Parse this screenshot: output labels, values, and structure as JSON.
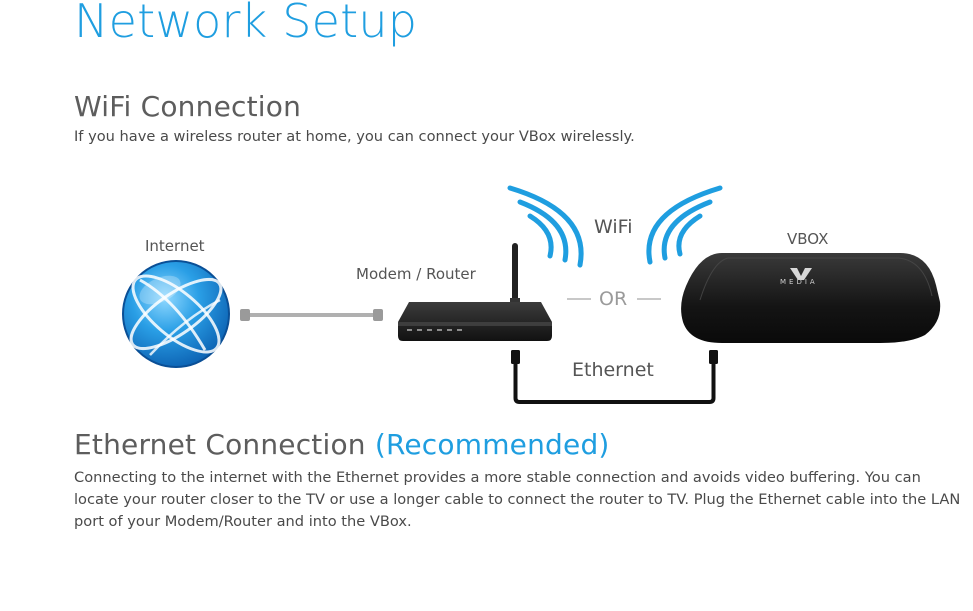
{
  "page": {
    "title": "Network Setup"
  },
  "wifi_section": {
    "heading": "WiFi Connection",
    "description": "If you have a wireless router at home, you can connect your VBox wirelessly."
  },
  "diagram": {
    "internet_label": "Internet",
    "router_label": "Modem / Router",
    "wifi_label": "WiFi",
    "or_label": "OR",
    "ethernet_label": "Ethernet",
    "vbox_label": "VBOX",
    "vbox_logo_text": "MEDIA",
    "icons": [
      "globe-icon",
      "router-icon",
      "wifi-waves-icon",
      "vbox-device-icon",
      "ethernet-cable-icon"
    ],
    "colors": {
      "accent": "#1f9ee0",
      "wifi_wave": "#1f9ee0",
      "device": "#1a1a1a",
      "cable": "#b0b0b0"
    }
  },
  "ethernet_section": {
    "heading": "Ethernet Connection",
    "heading_accent": "(Recommended)",
    "description": "Connecting to the internet with the Ethernet provides a more stable connection and avoids video buffering. You can locate your router closer to the TV or use a longer cable to connect the router to TV. Plug the Ethernet cable into the LAN port of your Modem/Router and into the VBox."
  }
}
